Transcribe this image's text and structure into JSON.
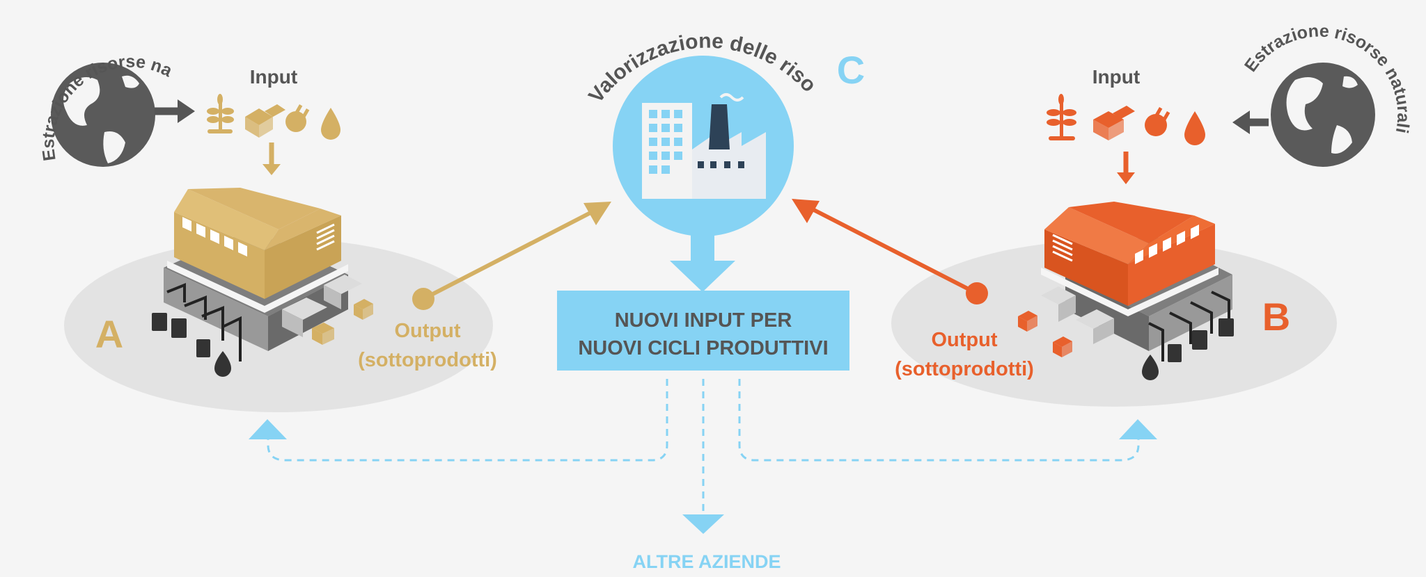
{
  "colors": {
    "gold": "#d4b064",
    "orange": "#e8602c",
    "blue": "#86d3f4",
    "gray": "#555555",
    "ellipse": "#e3e3e3",
    "text_dark": "#555555"
  },
  "left": {
    "globe_label": "Estrazione risorse naturali",
    "input_label": "Input",
    "company_letter": "A",
    "output_label_1": "Output",
    "output_label_2": "(sottoprodotti)"
  },
  "right": {
    "globe_label": "Estrazione risorse naturali",
    "input_label": "Input",
    "company_letter": "B",
    "output_label_1": "Output",
    "output_label_2": "(sottoprodotti)"
  },
  "center": {
    "title": "Valorizzazione delle risorse",
    "letter": "C",
    "box_line_1": "NUOVI INPUT PER",
    "box_line_2": "NUOVI CICLI PRODUTTIVI",
    "bottom_label": "ALTRE AZIENDE"
  },
  "icons": [
    "globe-icon",
    "plant-icon",
    "crate-icon",
    "plug-icon",
    "drop-icon",
    "factory-icon",
    "waste-bin-icon",
    "oil-sack-icon",
    "box-icon"
  ]
}
